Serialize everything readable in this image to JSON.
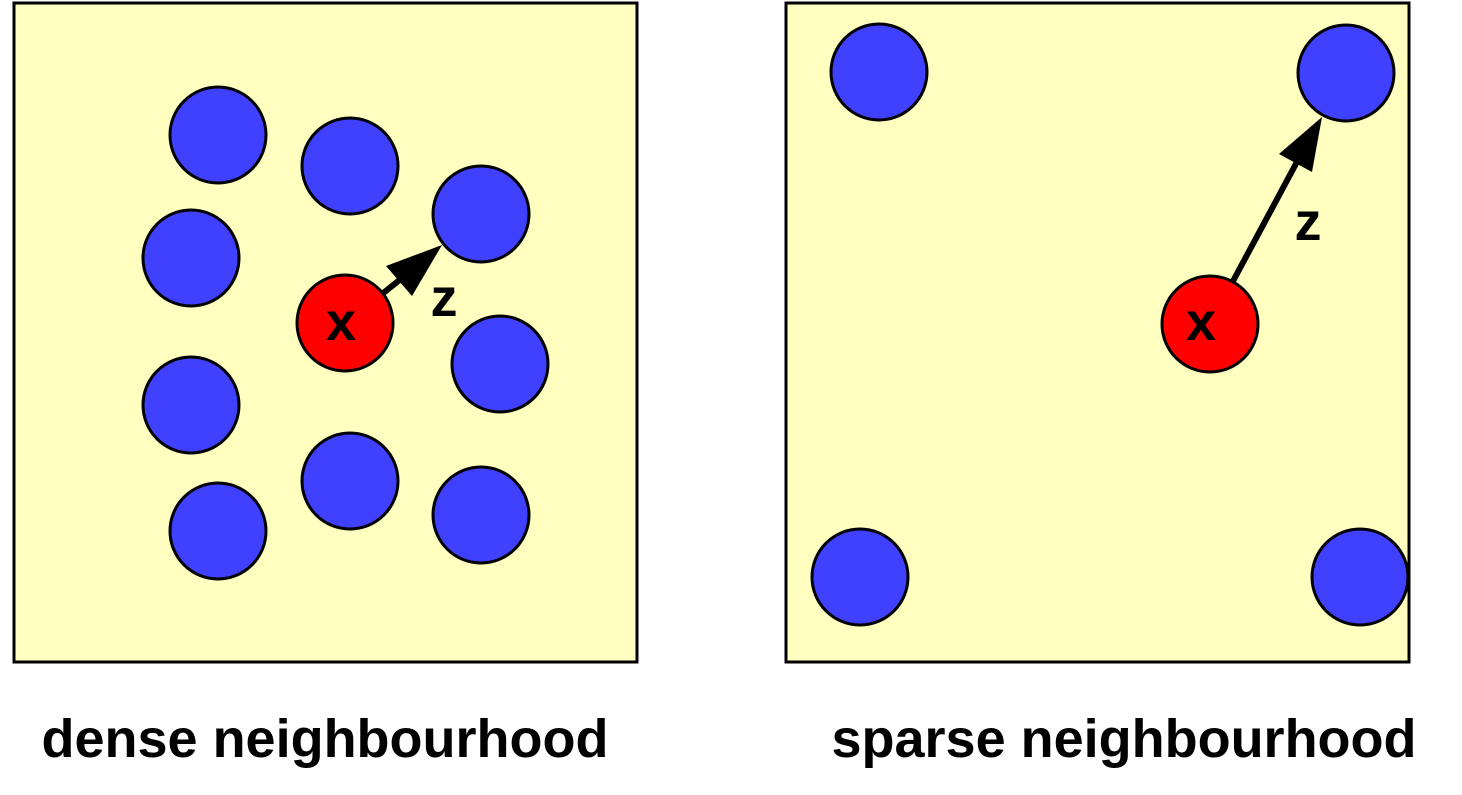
{
  "colors": {
    "background": "#ffffc0",
    "neighbour": "#4040ff",
    "query": "#ff0000",
    "outline": "#000000"
  },
  "labels": {
    "query_point": "x",
    "distance": "z"
  },
  "panels": [
    {
      "id": "dense",
      "caption": "dense neighbourhood",
      "neighbour_count": 9
    },
    {
      "id": "sparse",
      "caption": "sparse neighbourhood",
      "neighbour_count": 4
    }
  ]
}
